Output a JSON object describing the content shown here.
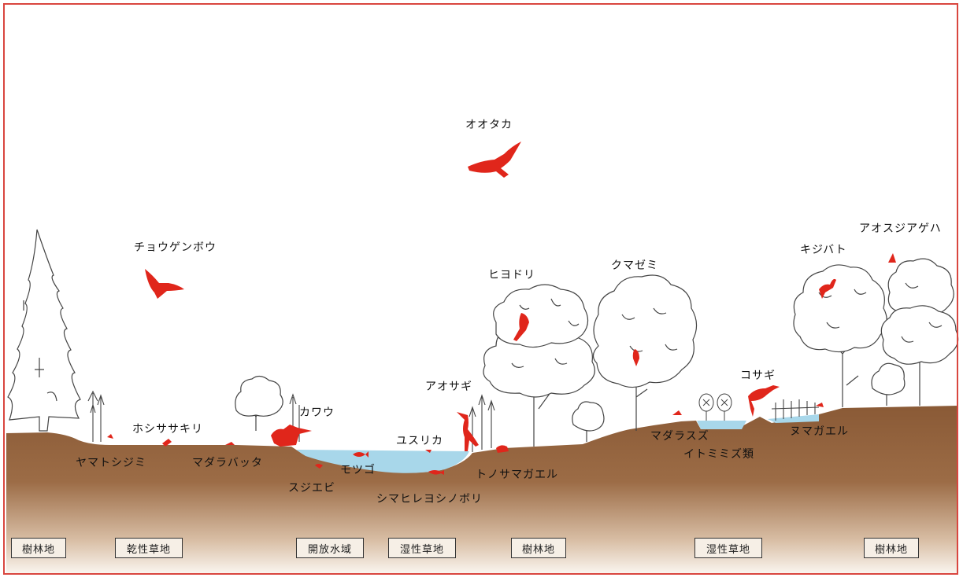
{
  "species": {
    "ootaka": "オオタカ",
    "chougenbou": "チョウゲンボウ",
    "hiyodori": "ヒヨドリ",
    "kumazemi": "クマゼミ",
    "kijibato": "キジバト",
    "aosujiageha": "アオスジアゲハ",
    "kosagi": "コサギ",
    "aosagi": "アオサギ",
    "kawau": "カワウ",
    "hoshisasakiri": "ホシササキリ",
    "yamatoshijimi": "ヤマトシジミ",
    "madarabatta": "マダラバッタ",
    "yusurika": "ユスリカ",
    "motsugo": "モツゴ",
    "sujiebi": "スジエビ",
    "shimahireyoshinobori": "シマヒレヨシノボリ",
    "tonosamagaeru": "トノサマガエル",
    "madarasuzu": "マダラスズ",
    "itomimizu": "イトミミズ類",
    "numagaeru": "ヌマガエル"
  },
  "zones": {
    "woodland_1": "樹林地",
    "dry_grassland": "乾性草地",
    "open_water": "開放水域",
    "wet_grassland_1": "湿性草地",
    "woodland_2": "樹林地",
    "wet_grassland_2": "湿性草地",
    "woodland_3": "樹林地"
  },
  "colors": {
    "animal": "#e0261b",
    "soil_top": "#8a5a36",
    "soil_bottom": "#fbf7f2",
    "water": "#a8d7ea",
    "outline": "#333333",
    "frame": "#d9463f"
  }
}
